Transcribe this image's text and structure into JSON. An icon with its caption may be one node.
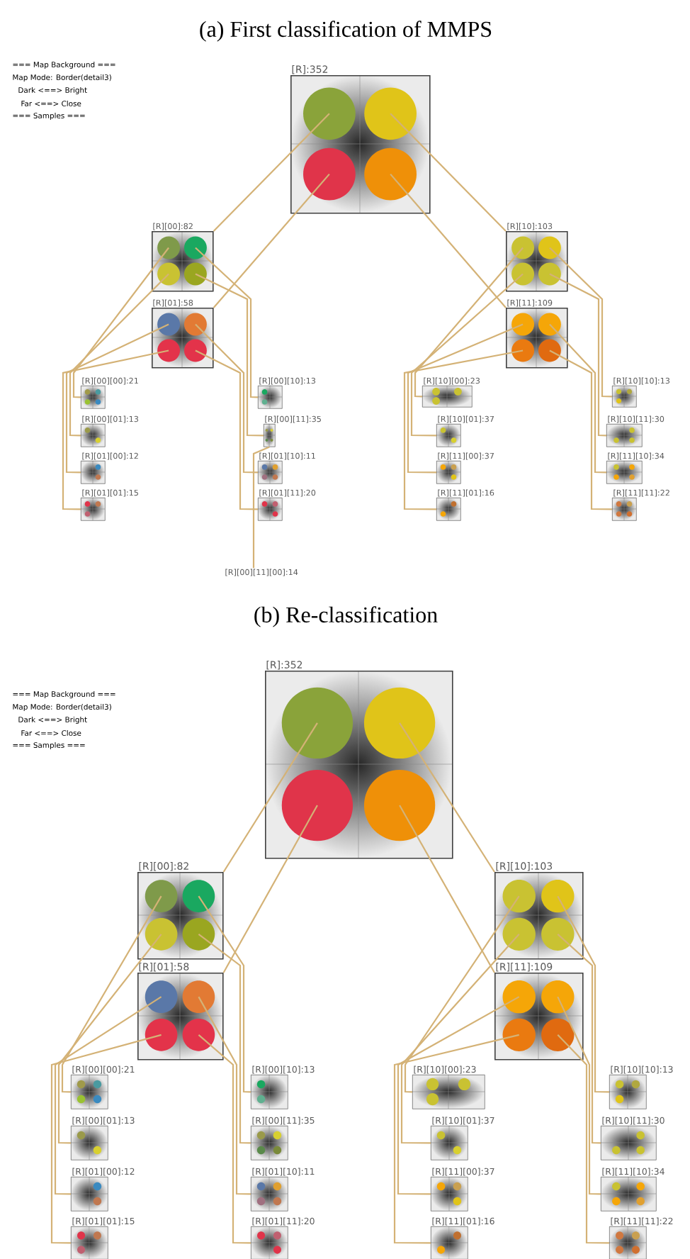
{
  "diagram": {
    "nodes": [
      {
        "text": [
          "[R]:352"
        ]
      },
      {
        "text": [
          "[R][00]:82"
        ]
      },
      {
        "text": [
          "[R][01]:58"
        ]
      },
      {
        "text": [
          "[R][10]:103"
        ]
      },
      {
        "text": [
          "[R][11]:109"
        ]
      },
      {
        "text": [
          "[R][00][00]:21"
        ]
      },
      {
        "text": [
          "[R][00][10]:13"
        ]
      },
      {
        "text": [
          "[R][10][00]:23"
        ]
      },
      {
        "text": [
          "[R][10][10]:13"
        ]
      },
      {
        "text": [
          "[R][00][01]:13"
        ]
      },
      {
        "text": [
          "[R][00][11]:35"
        ]
      },
      {
        "text": [
          "[R][10][01]:37"
        ]
      },
      {
        "text": [
          "[R][10][11]:30"
        ]
      },
      {
        "text": [
          "[R][01][00]:12"
        ]
      },
      {
        "text": [
          "[R][01][10]:11"
        ]
      },
      {
        "text": [
          "[R][11][00]:37"
        ]
      },
      {
        "text": [
          "[R][11][10]:34"
        ]
      },
      {
        "text": [
          "[R][01][01]:15"
        ]
      },
      {
        "text": [
          "[R][01][11]:20"
        ]
      },
      {
        "text": [
          "[R][11][01]:16"
        ]
      },
      {
        "text": [
          "[R][11][11]:22"
        ]
      },
      {
        "text": [
          "[R][00][11][00]:14"
        ]
      },
      {
        "text": [
          "[R]:352"
        ]
      },
      {
        "text": [
          "[R][00]:82"
        ]
      },
      {
        "text": [
          "[R][01]:58"
        ]
      },
      {
        "text": [
          "[R][10]:103"
        ]
      },
      {
        "text": [
          "[R][11]:109"
        ]
      },
      {
        "text": [
          "[R][00][00]:21"
        ]
      },
      {
        "text": [
          "[R][00][10]:13"
        ]
      },
      {
        "text": [
          "[R][10][00]:23"
        ]
      },
      {
        "text": [
          "[R][10][10]:13"
        ]
      },
      {
        "text": [
          "[R][00][01]:13"
        ]
      },
      {
        "text": [
          "[R][00][11]:35"
        ]
      },
      {
        "text": [
          "[R][10][01]:37"
        ]
      },
      {
        "text": [
          "[R][10][11]:30"
        ]
      },
      {
        "text": [
          "[R][01][00]:12"
        ]
      },
      {
        "text": [
          "[R][01][10]:11"
        ]
      },
      {
        "text": [
          "[R][11][00]:37"
        ]
      },
      {
        "text": [
          "[R][11][10]:34"
        ]
      },
      {
        "text": [
          "[R][01][01]:15"
        ]
      },
      {
        "text": [
          "[R][01][11]:20"
        ]
      },
      {
        "text": [
          "[R][11][01]:16"
        ]
      },
      {
        "text": [
          "[R][11][11]:22"
        ]
      }
    ],
    "edges": [
      {
        "from": 0,
        "to": 1,
        "arrow": "none"
      },
      {
        "from": 0,
        "to": 2,
        "arrow": "none"
      },
      {
        "from": 0,
        "to": 3,
        "arrow": "none"
      },
      {
        "from": 0,
        "to": 4,
        "arrow": "none"
      },
      {
        "from": 1,
        "to": 5,
        "arrow": "none"
      },
      {
        "from": 1,
        "to": 9,
        "arrow": "none"
      },
      {
        "from": 1,
        "to": 6,
        "arrow": "none"
      },
      {
        "from": 1,
        "to": 10,
        "arrow": "none"
      },
      {
        "from": 2,
        "to": 13,
        "arrow": "none"
      },
      {
        "from": 2,
        "to": 17,
        "arrow": "none"
      },
      {
        "from": 2,
        "to": 14,
        "arrow": "none"
      },
      {
        "from": 2,
        "to": 18,
        "arrow": "none"
      },
      {
        "from": 3,
        "to": 7,
        "arrow": "none"
      },
      {
        "from": 3,
        "to": 11,
        "arrow": "none"
      },
      {
        "from": 3,
        "to": 8,
        "arrow": "none"
      },
      {
        "from": 3,
        "to": 12,
        "arrow": "none"
      },
      {
        "from": 4,
        "to": 15,
        "arrow": "none"
      },
      {
        "from": 4,
        "to": 19,
        "arrow": "none"
      },
      {
        "from": 4,
        "to": 16,
        "arrow": "none"
      },
      {
        "from": 4,
        "to": 20,
        "arrow": "none"
      },
      {
        "from": 10,
        "to": 21,
        "arrow": "none"
      },
      {
        "from": 22,
        "to": 23,
        "arrow": "none"
      },
      {
        "from": 22,
        "to": 24,
        "arrow": "none"
      },
      {
        "from": 22,
        "to": 25,
        "arrow": "none"
      },
      {
        "from": 22,
        "to": 26,
        "arrow": "none"
      },
      {
        "from": 23,
        "to": 27,
        "arrow": "none"
      },
      {
        "from": 23,
        "to": 31,
        "arrow": "none"
      },
      {
        "from": 23,
        "to": 28,
        "arrow": "none"
      },
      {
        "from": 23,
        "to": 32,
        "arrow": "none"
      },
      {
        "from": 24,
        "to": 35,
        "arrow": "none"
      },
      {
        "from": 24,
        "to": 39,
        "arrow": "none"
      },
      {
        "from": 24,
        "to": 36,
        "arrow": "none"
      },
      {
        "from": 24,
        "to": 40,
        "arrow": "none"
      },
      {
        "from": 25,
        "to": 29,
        "arrow": "none"
      },
      {
        "from": 25,
        "to": 33,
        "arrow": "none"
      },
      {
        "from": 25,
        "to": 30,
        "arrow": "none"
      },
      {
        "from": 25,
        "to": 34,
        "arrow": "none"
      },
      {
        "from": 26,
        "to": 37,
        "arrow": "none"
      },
      {
        "from": 26,
        "to": 41,
        "arrow": "none"
      },
      {
        "from": 26,
        "to": 38,
        "arrow": "none"
      },
      {
        "from": 26,
        "to": 42,
        "arrow": "none"
      }
    ],
    "labels": [
      "(a) First classification of MMPS",
      "=== Map Background ===",
      "Map Mode: Border(detail3)",
      "Dark <==> Bright",
      "Far <==> Close",
      "=== Samples ===",
      "(b) Re-classification",
      "=== Map Background ===",
      "Map Mode: Border(detail3)",
      "Dark <==> Bright",
      "Far <==> Close",
      "=== Samples ==="
    ]
  }
}
